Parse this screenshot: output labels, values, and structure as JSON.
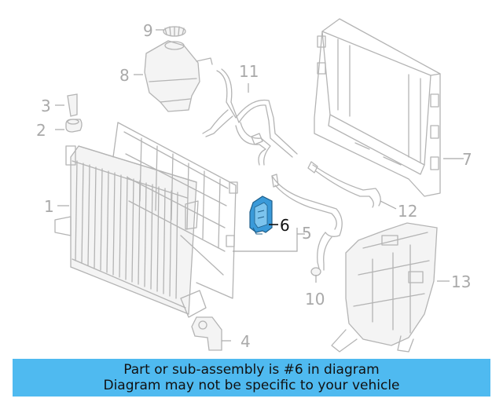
{
  "callouts": {
    "c1": "1",
    "c2": "2",
    "c3": "3",
    "c4": "4",
    "c5": "5",
    "c6": "6",
    "c7": "7",
    "c8": "8",
    "c9": "9",
    "c10": "10",
    "c11": "11",
    "c12": "12",
    "c13": "13"
  },
  "highlighted_part": "6",
  "colors": {
    "highlight_part": "#3a9ad9",
    "highlight_part_light": "#7cc4ee",
    "banner_bg": "#4fbaf0",
    "inactive_line": "#b4b4b4",
    "inactive_label": "#a9a9a9",
    "active_label": "#111111"
  },
  "banner": {
    "line1": "Part or sub-assembly is #6 in diagram",
    "line2": "Diagram may not be specific to your vehicle"
  }
}
